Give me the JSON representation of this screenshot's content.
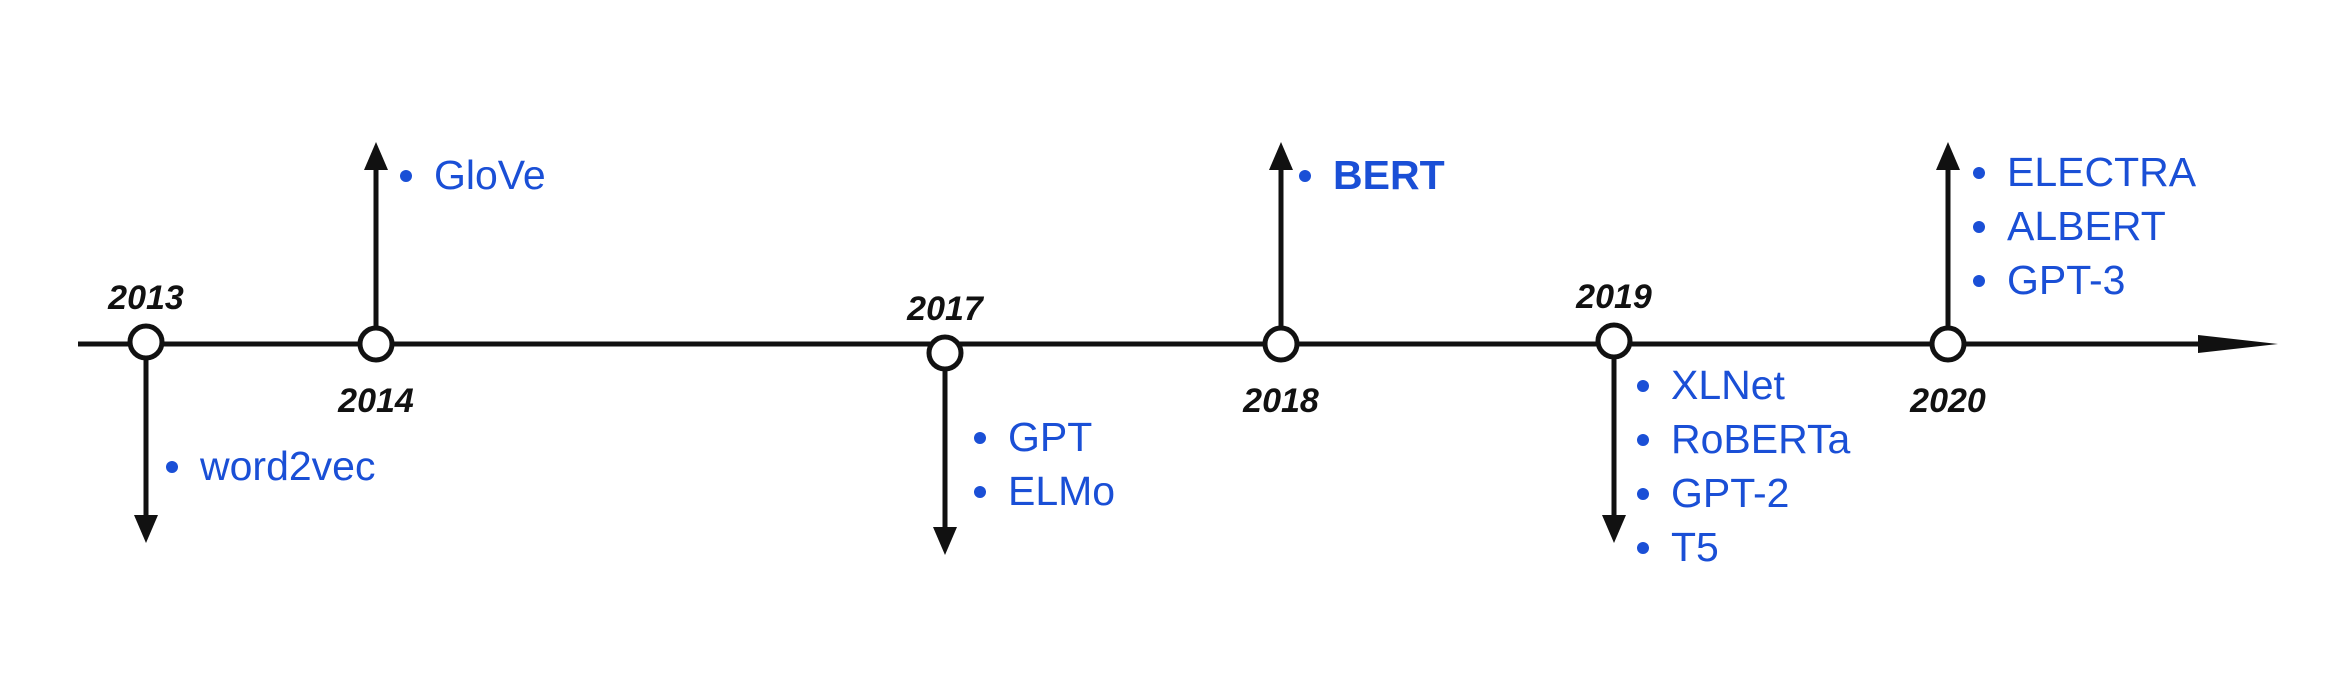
{
  "colors": {
    "line": "#111111",
    "text": "#111111",
    "model": "#1a4fd6",
    "node_fill": "#ffffff"
  },
  "events": [
    {
      "year": "2013",
      "direction": "down",
      "models": [
        {
          "name": "word2vec",
          "bold": false
        }
      ]
    },
    {
      "year": "2014",
      "direction": "up",
      "models": [
        {
          "name": "GloVe",
          "bold": false
        }
      ]
    },
    {
      "year": "2017",
      "direction": "down",
      "models": [
        {
          "name": "GPT",
          "bold": false
        },
        {
          "name": "ELMo",
          "bold": false
        }
      ]
    },
    {
      "year": "2018",
      "direction": "up",
      "models": [
        {
          "name": "BERT",
          "bold": true
        }
      ]
    },
    {
      "year": "2019",
      "direction": "down",
      "models": [
        {
          "name": "XLNet",
          "bold": false
        },
        {
          "name": "RoBERTa",
          "bold": false
        },
        {
          "name": "GPT-2",
          "bold": false
        },
        {
          "name": "T5",
          "bold": false
        }
      ]
    },
    {
      "year": "2020",
      "direction": "up",
      "models": [
        {
          "name": "ELECTRA",
          "bold": false
        },
        {
          "name": "ALBERT",
          "bold": false
        },
        {
          "name": "GPT-3",
          "bold": false
        }
      ]
    }
  ]
}
